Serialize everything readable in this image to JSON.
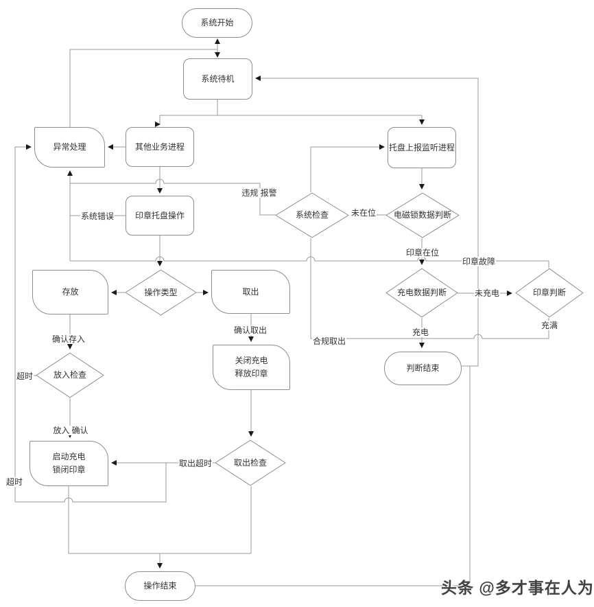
{
  "diagram": {
    "nodes": {
      "start": {
        "label": "系统开始"
      },
      "standby": {
        "label": "系统待机"
      },
      "exception": {
        "label": "异常处理"
      },
      "other_business": {
        "label": "其他业务进程"
      },
      "tray_monitor": {
        "label": "托盘上报监听进程"
      },
      "seal_tray_op": {
        "label": "印章托盘操作"
      },
      "system_check": {
        "label": "系统检查"
      },
      "emlock_judge": {
        "label": "电磁锁数据判断"
      },
      "op_type": {
        "label": "操作类型"
      },
      "store": {
        "label": "存放"
      },
      "takeout": {
        "label": "取出"
      },
      "charge_judge": {
        "label": "充电数据判断"
      },
      "seal_judge": {
        "label": "印章判断"
      },
      "judge_end": {
        "label": "判断结束"
      },
      "putin_check": {
        "label": "放入检查"
      },
      "close_charge": {
        "line1": "关闭充电",
        "line2": "释放印章"
      },
      "start_charge": {
        "line1": "启动充电",
        "line2": "锁闭印章"
      },
      "takeout_check": {
        "label": "取出检查"
      },
      "op_end": {
        "label": "操作结束"
      }
    },
    "edge_labels": {
      "system_error": "系统错误",
      "violation_alarm": "违规 报警",
      "not_in_place": "未在位",
      "seal_in_place": "印章在位",
      "seal_fault": "印章故障",
      "not_charged": "未充电",
      "full": "充满",
      "charging": "充电",
      "compliant_takeout": "合规取出",
      "confirm_store": "确认存入",
      "confirm_takeout": "确认取出",
      "timeout_mid": "超时",
      "putin_confirm": "放入 确认",
      "takeout_timeout": "取出超时",
      "timeout_bottom": "超时"
    },
    "watermark": "头条 @多才事在人为",
    "colors": {
      "background": "#ffffff",
      "line": "#999999",
      "shape_border": "#8c8c8c",
      "text": "#333333",
      "arrow": "#1a1a1a",
      "watermark": "#424242"
    }
  }
}
